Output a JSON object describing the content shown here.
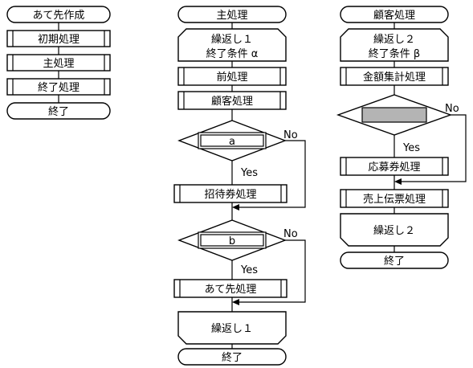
{
  "flow_left": {
    "start": "あて先作成",
    "steps": [
      "初期処理",
      "主処理",
      "終了処理"
    ],
    "end": "終了"
  },
  "flow_main": {
    "start": "主処理",
    "loop_begin": [
      "繰返し１",
      "終了条件 α"
    ],
    "pre": "前処理",
    "customer": "顧客処理",
    "decision_a": {
      "label": "a",
      "no": "No",
      "yes": "Yes"
    },
    "invite": "招待券処理",
    "decision_b": {
      "label": "b",
      "no": "No",
      "yes": "Yes"
    },
    "address": "あて先処理",
    "loop_end": "繰返し１",
    "end": "終了"
  },
  "flow_customer": {
    "start": "顧客処理",
    "loop_begin": [
      "繰返し２",
      "終了条件 β"
    ],
    "sum": "金額集計処理",
    "decision": {
      "label": "",
      "no": "No",
      "yes": "Yes"
    },
    "apply": "応募券処理",
    "sales": "売上伝票処理",
    "loop_end": "繰返し２",
    "end": "終了"
  }
}
